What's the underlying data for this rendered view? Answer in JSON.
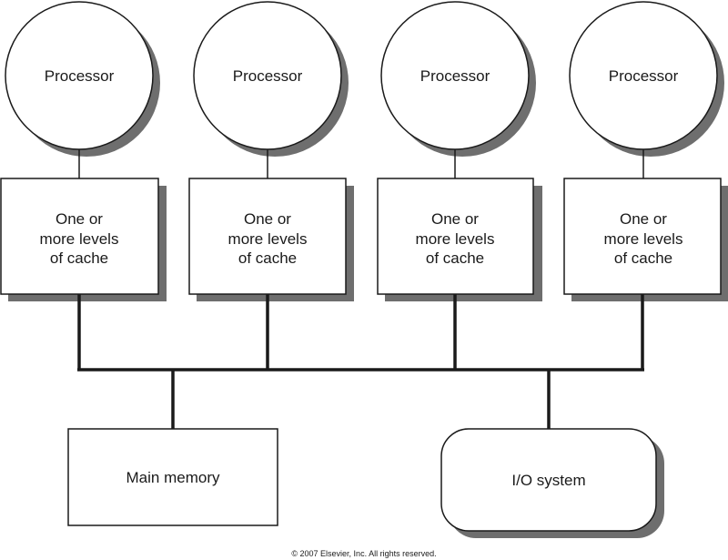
{
  "processors": [
    {
      "label": "Processor",
      "cache": [
        "One or",
        "more levels",
        "of cache"
      ]
    },
    {
      "label": "Processor",
      "cache": [
        "One or",
        "more levels",
        "of cache"
      ]
    },
    {
      "label": "Processor",
      "cache": [
        "One or",
        "more levels",
        "of cache"
      ]
    },
    {
      "label": "Processor",
      "cache": [
        "One or",
        "more levels",
        "of cache"
      ]
    }
  ],
  "main_memory": {
    "label": "Main memory"
  },
  "io_system": {
    "label": "I/O system"
  },
  "copyright": "© 2007 Elsevier, Inc. All rights reserved.",
  "colors": {
    "line": "#1a1a1a",
    "shadow": "#6e6e6e",
    "fill": "#ffffff"
  }
}
